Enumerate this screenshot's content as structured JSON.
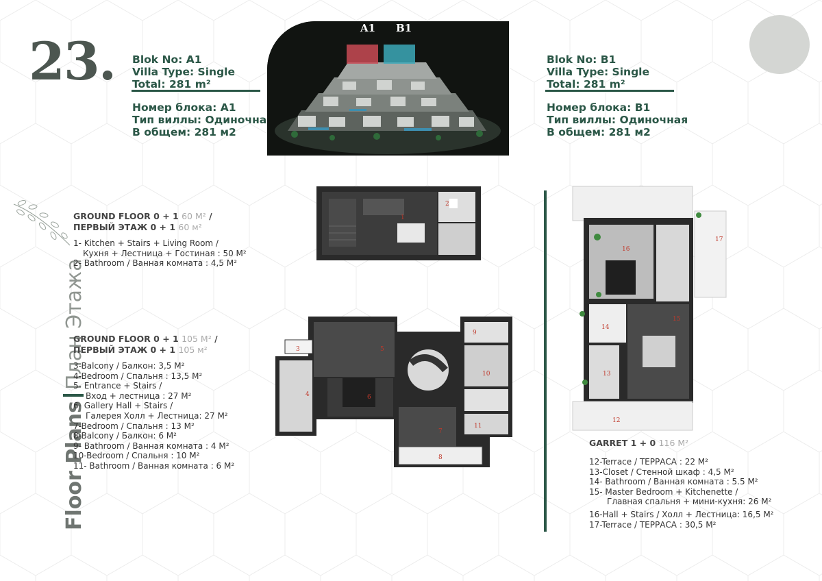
{
  "page_number": "23.",
  "side_title": {
    "english": "Floor Plans",
    "russian": "План Этажа"
  },
  "blocks": [
    {
      "en_block": "Blok No: A1",
      "en_type": "Villa Type: Single",
      "en_total": "Total:  281 m²",
      "ru_block": "Номер блока: A1",
      "ru_type": "Тип виллы: Одиночная",
      "ru_total": "В общем: 281 м2"
    },
    {
      "en_block": "Blok No:  B1",
      "en_type": "Villa Type: Single",
      "en_total": "Total:  281 m²",
      "ru_block": "Номер блока: B1",
      "ru_type": "Тип виллы: Одиночная",
      "ru_total": "В общем: 281 м2"
    }
  ],
  "hero_labels": {
    "left": "A1",
    "right": "B1"
  },
  "floors": [
    {
      "title1": "GROUND FLOOR 0 + 1",
      "area1": "60 M²",
      "sep1": " /",
      "title2": "ПЕРВЫЙ ЭТАЖ 0 + 1",
      "area2": "60 м²",
      "rooms": [
        "1- Kitchen + Stairs + Living Room /",
        "Кухня + Лестница + Гостиная :   50 M²",
        "2- Bathroom / Ванная комната :      4,5 M²"
      ]
    },
    {
      "title1": "GROUND FLOOR 0 + 1",
      "area1": "105 M²",
      "sep1": " /",
      "title2": "ПЕРВЫЙ ЭТАЖ 0 + 1",
      "area2": "105 м²",
      "rooms": [
        "3-Balcony / Балкон: 3,5 M²",
        "4-Bedroom / Спальня : 13,5 M²",
        "5- Entrance + Stairs /",
        "Вход + лестница : 27 M²",
        "6- Gallery Hall + Stairs /",
        "Галерея Холл + Лестница: 27 M²",
        "7-Bedroom / Спальня : 13 M²",
        "8-Balcony / Балкон: 6 M²",
        "9- Bathroom / Ванная комната :         4  M²",
        "10-Bedroom / Спальня : 10 M²",
        "11- Bathroom / Ванная комната :       6 M²"
      ]
    },
    {
      "title1": "GARRET 1 + 0",
      "area1": "116 M²",
      "rooms": [
        "12-Terrace  / ТЕРРАСА :  22 M²",
        "13-Closet / Стенной шкаф :          4,5 M²",
        "14- Bathroom / Ванная комната :        5.5 M²",
        "15- Master Bedroom + Kitchenette /",
        "Главная спальня + мини-кухня:       26 M²",
        "16-Hall  + Stairs / Холл + Лестница: 16,5 M²",
        "17-Terrace  / ТЕРРАСА :  30,5 M²"
      ]
    }
  ],
  "plan_labels": {
    "plan1": [
      "1",
      "2"
    ],
    "plan2": [
      "3",
      "4",
      "5",
      "6",
      "7",
      "8",
      "9",
      "10",
      "11"
    ],
    "plan3": [
      "12",
      "13",
      "14",
      "15",
      "16",
      "17"
    ]
  },
  "colors": {
    "accent": "#2b5747",
    "number": "#4c5650",
    "circle": "#d4d6d3",
    "wall": "#1a1a1a",
    "floor_dark": "#3a3a3a",
    "floor_light": "#d9d9d9",
    "label": "#c0392b"
  }
}
